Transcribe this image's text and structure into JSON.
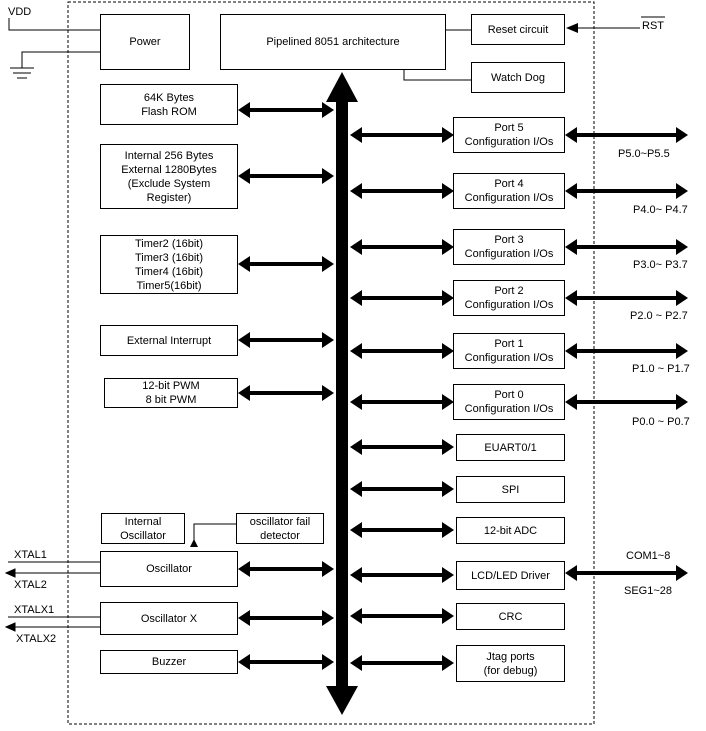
{
  "blocks": {
    "power": "Power",
    "pipelined": "Pipelined 8051 architecture",
    "reset": "Reset circuit",
    "watchdog": "Watch Dog",
    "flash": "64K Bytes\nFlash ROM",
    "ram": "Internal 256 Bytes\nExternal 1280Bytes\n(Exclude System\nRegister)",
    "timers": "Timer2 (16bit)\nTimer3 (16bit)\nTimer4 (16bit)\nTimer5(16bit)",
    "ext_int": "External Interrupt",
    "pwm": "12-bit PWM\n8 bit PWM",
    "int_osc": "Internal\nOscillator",
    "osc_fail": "oscillator fail\ndetector",
    "osc": "Oscillator",
    "osc_x": "Oscillator X",
    "buzzer": "Buzzer",
    "port5": "Port 5\nConfiguration I/Os",
    "port4": "Port 4\nConfiguration I/Os",
    "port3": "Port 3\nConfiguration I/Os",
    "port2": "Port 2\nConfiguration I/Os",
    "port1": "Port 1\nConfiguration I/Os",
    "port0": "Port 0\nConfiguration I/Os",
    "euart": "EUART0/1",
    "spi": "SPI",
    "adc": "12-bit ADC",
    "lcd": "LCD/LED Driver",
    "crc": "CRC",
    "jtag": "Jtag ports\n(for debug)"
  },
  "labels": {
    "vdd": "VDD",
    "rst": "RST",
    "p5": "P5.0~P5.5",
    "p4": "P4.0~ P4.7",
    "p3": "P3.0~ P3.7",
    "p2": "P2.0 ~ P2.7",
    "p1": "P1.0 ~ P1.7",
    "p0": "P0.0 ~ P0.7",
    "com": "COM1~8",
    "seg": "SEG1~28",
    "xtal1": "XTAL1",
    "xtal2": "XTAL2",
    "xtalx1": "XTALX1",
    "xtalx2": "XTALX2"
  }
}
